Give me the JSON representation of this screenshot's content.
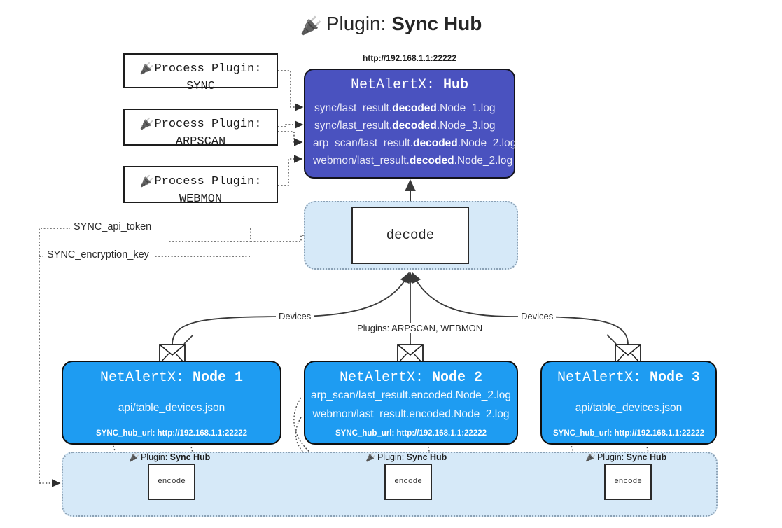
{
  "title": {
    "icon": "plug-icon",
    "prefix": "Plugin: ",
    "name": "Sync Hub"
  },
  "process_plugins": [
    {
      "label": "Process Plugin:",
      "name": "SYNC",
      "icon": "plug-icon"
    },
    {
      "label": "Process Plugin:",
      "name": "ARPSCAN",
      "icon": "plug-icon"
    },
    {
      "label": "Process Plugin:",
      "name": "WEBMON",
      "icon": "plug-icon"
    }
  ],
  "hub": {
    "address": "http://192.168.1.1:22222",
    "title_prefix": "NetAlertX: ",
    "title_name": "Hub",
    "logs": [
      {
        "pre": "sync/last_result.",
        "em": "decoded",
        "post": ".Node_1.log"
      },
      {
        "pre": "sync/last_result.",
        "em": "decoded",
        "post": ".Node_3.log"
      },
      {
        "pre": "arp_scan/last_result.",
        "em": "decoded",
        "post": ".Node_2.log"
      },
      {
        "pre": "webmon/last_result.",
        "em": "decoded",
        "post": ".Node_2.log"
      }
    ]
  },
  "decode": {
    "label": "decode"
  },
  "keys": {
    "api_token": "SYNC_api_token",
    "encryption_key": "SYNC_encryption_key"
  },
  "edges": {
    "devices_left": "Devices",
    "devices_right": "Devices",
    "plugins_mid": "Plugins: ARPSCAN, WEBMON"
  },
  "nodes": [
    {
      "title_prefix": "NetAlertX: ",
      "title_name": "Node_1",
      "lines": [
        {
          "pre": "api/table_devices.json",
          "em": "",
          "post": ""
        }
      ],
      "footer": "SYNC_hub_url: http://192.168.1.1:22222",
      "envelope_icon": "envelope-icon"
    },
    {
      "title_prefix": "NetAlertX: ",
      "title_name": "Node_2",
      "lines": [
        {
          "pre": "arp_scan/last_result.encoded.Node_2.log",
          "em": "",
          "post": ""
        },
        {
          "pre": "webmon/last_result.encoded.Node_2.log",
          "em": "",
          "post": ""
        }
      ],
      "footer": "SYNC_hub_url: http://192.168.1.1:22222",
      "envelope_icon": "envelope-icon"
    },
    {
      "title_prefix": "NetAlertX: ",
      "title_name": "Node_3",
      "lines": [
        {
          "pre": "api/table_devices.json",
          "em": "",
          "post": ""
        }
      ],
      "footer": "SYNC_hub_url: http://192.168.1.1:22222",
      "envelope_icon": "envelope-icon"
    }
  ],
  "encoders": [
    {
      "label_prefix": "Plugin: ",
      "label_name": "Sync Hub",
      "box": "encode",
      "icon": "plug-icon"
    },
    {
      "label_prefix": "Plugin: ",
      "label_name": "Sync Hub",
      "box": "encode",
      "icon": "plug-icon"
    },
    {
      "label_prefix": "Plugin: ",
      "label_name": "Sync Hub",
      "box": "encode",
      "icon": "plug-icon"
    }
  ],
  "colors": {
    "hub": "#4a52bf",
    "node": "#1e9cf2",
    "panel": "#d6e9f8",
    "stroke": "#333333"
  }
}
